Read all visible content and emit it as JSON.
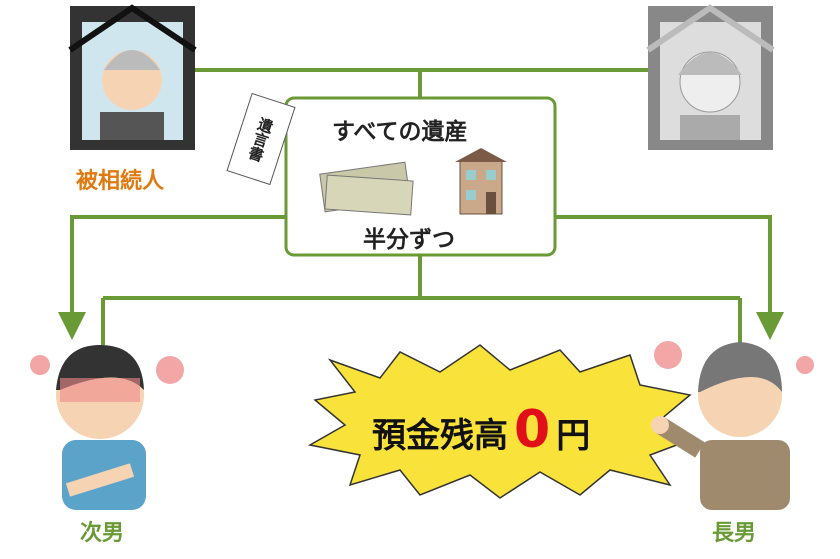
{
  "deceased_label": "被相続人",
  "will_label": "遺言書",
  "estate_box": {
    "title": "すべての遺産",
    "split": "半分ずつ"
  },
  "second_son_label": "次男",
  "eldest_son_label": "長男",
  "balance": {
    "text": "預金残高",
    "amount": "0",
    "unit": "円"
  },
  "colors": {
    "line": "#6a9a35",
    "orange": "#e07a10",
    "burst": "#f9e23a",
    "red": "#e00f18"
  }
}
